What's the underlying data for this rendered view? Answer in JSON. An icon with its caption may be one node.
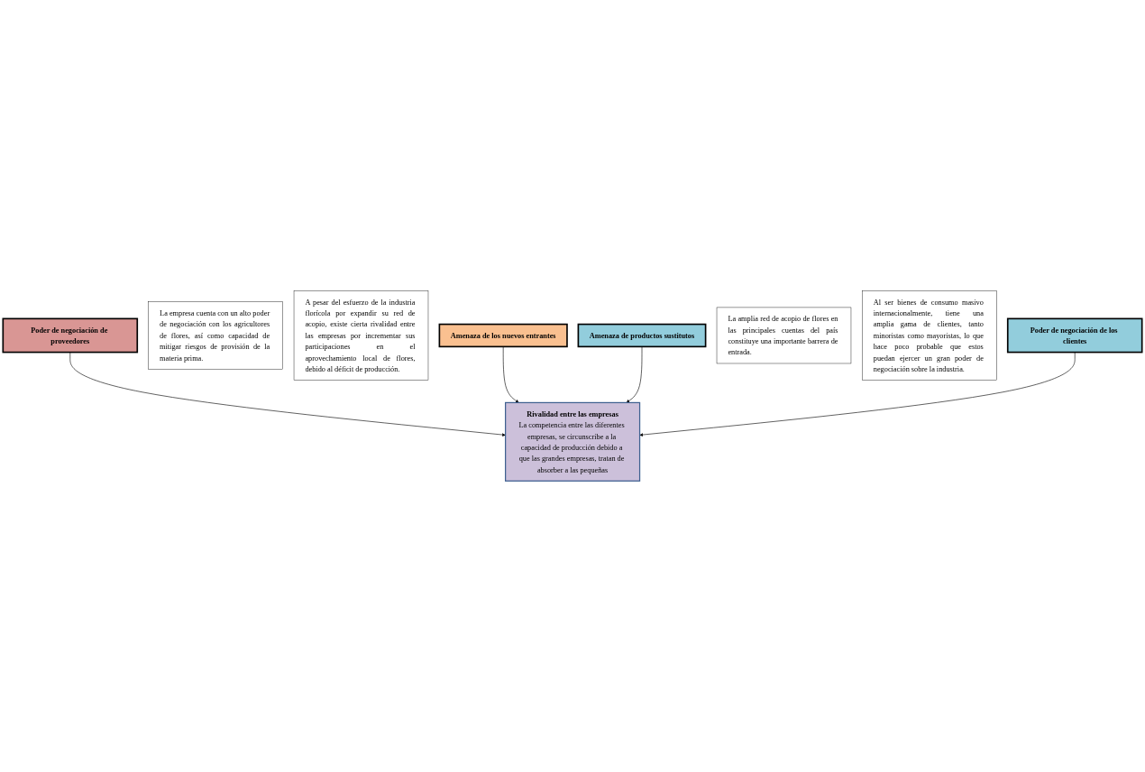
{
  "diagram": {
    "nodes": [
      {
        "text": [
          "Poder de negociación de proveedores"
        ]
      },
      {
        "text": [
          "La empresa cuenta con un alto poder de negociación con los agricultores de flores, así como capacidad de mitigar riesgos de provisión de la materia prima."
        ]
      },
      {
        "text": [
          "A pesar del esfuerzo de la industria florícola por expandir su red de acopio, existe cierta rivalidad entre las empresas por incrementar sus participaciones en el aprovechamiento local de flores, debido al déficit de producción."
        ]
      },
      {
        "text": [
          "Rivalidad entre las empresas",
          "La competencia entre las diferentes empresas, se circunscribe a la capacidad de producción debido a que las grandes empresas, tratan de absorber a las pequeñas"
        ]
      },
      {
        "text": [
          "Amenaza de los nuevos entrantes"
        ]
      },
      {
        "text": [
          "Amenaza de productos sustitutos"
        ]
      },
      {
        "text": [
          "La amplia red de acopio de flores en las principales cuentas del país constituye una importante barrera de entrada."
        ]
      },
      {
        "text": [
          "Al ser bienes de consumo masivo internacionalmente, tiene una amplia gama de clientes, tanto minoristas como mayoristas, lo que hace poco probable que estos puedan ejercer un gran poder de negociación sobre la industria."
        ]
      },
      {
        "text": [
          "Poder de negociación de los clientes"
        ]
      }
    ],
    "edges": [
      {
        "from": 0,
        "to": 3,
        "arrow": "to"
      },
      {
        "from": 4,
        "to": 3,
        "arrow": "to"
      },
      {
        "from": 5,
        "to": 3,
        "arrow": "to"
      },
      {
        "from": 8,
        "to": 3,
        "arrow": "to"
      }
    ]
  }
}
